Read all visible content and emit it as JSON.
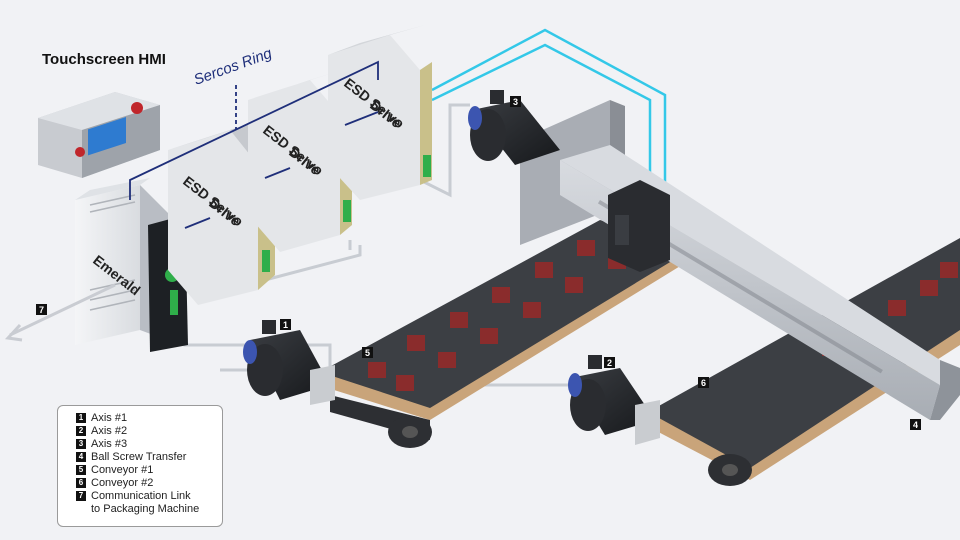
{
  "labels": {
    "hmi_title": "Touchscreen HMI",
    "ring": "Sercos Ring",
    "controller": "Emerald",
    "drive_line1": "ESD Servo",
    "drive_line2": "Drive"
  },
  "badges": {
    "axis1": "1",
    "axis2": "2",
    "axis3": "3",
    "ball_screw": "4",
    "conveyor1": "5",
    "conveyor2": "6",
    "comm_link": "7"
  },
  "legend": [
    {
      "num": "1",
      "text": "Axis #1"
    },
    {
      "num": "2",
      "text": "Axis #2"
    },
    {
      "num": "3",
      "text": "Axis #3"
    },
    {
      "num": "4",
      "text": "Ball Screw Transfer"
    },
    {
      "num": "5",
      "text": "Conveyor #1"
    },
    {
      "num": "6",
      "text": "Conveyor #2"
    },
    {
      "num": "7",
      "text": "Communication Link"
    }
  ],
  "legend_continuation": "to Packaging Machine",
  "colors": {
    "background": "#f1f2f5",
    "sercos_line": "#1f2f7a",
    "link_line": "#33c8e8",
    "belt": "#3c3f44",
    "box": "#8a2c2c",
    "drive_body": "#eceef0",
    "drive_board": "#c9c08a",
    "status_led": "#2fae4a"
  }
}
